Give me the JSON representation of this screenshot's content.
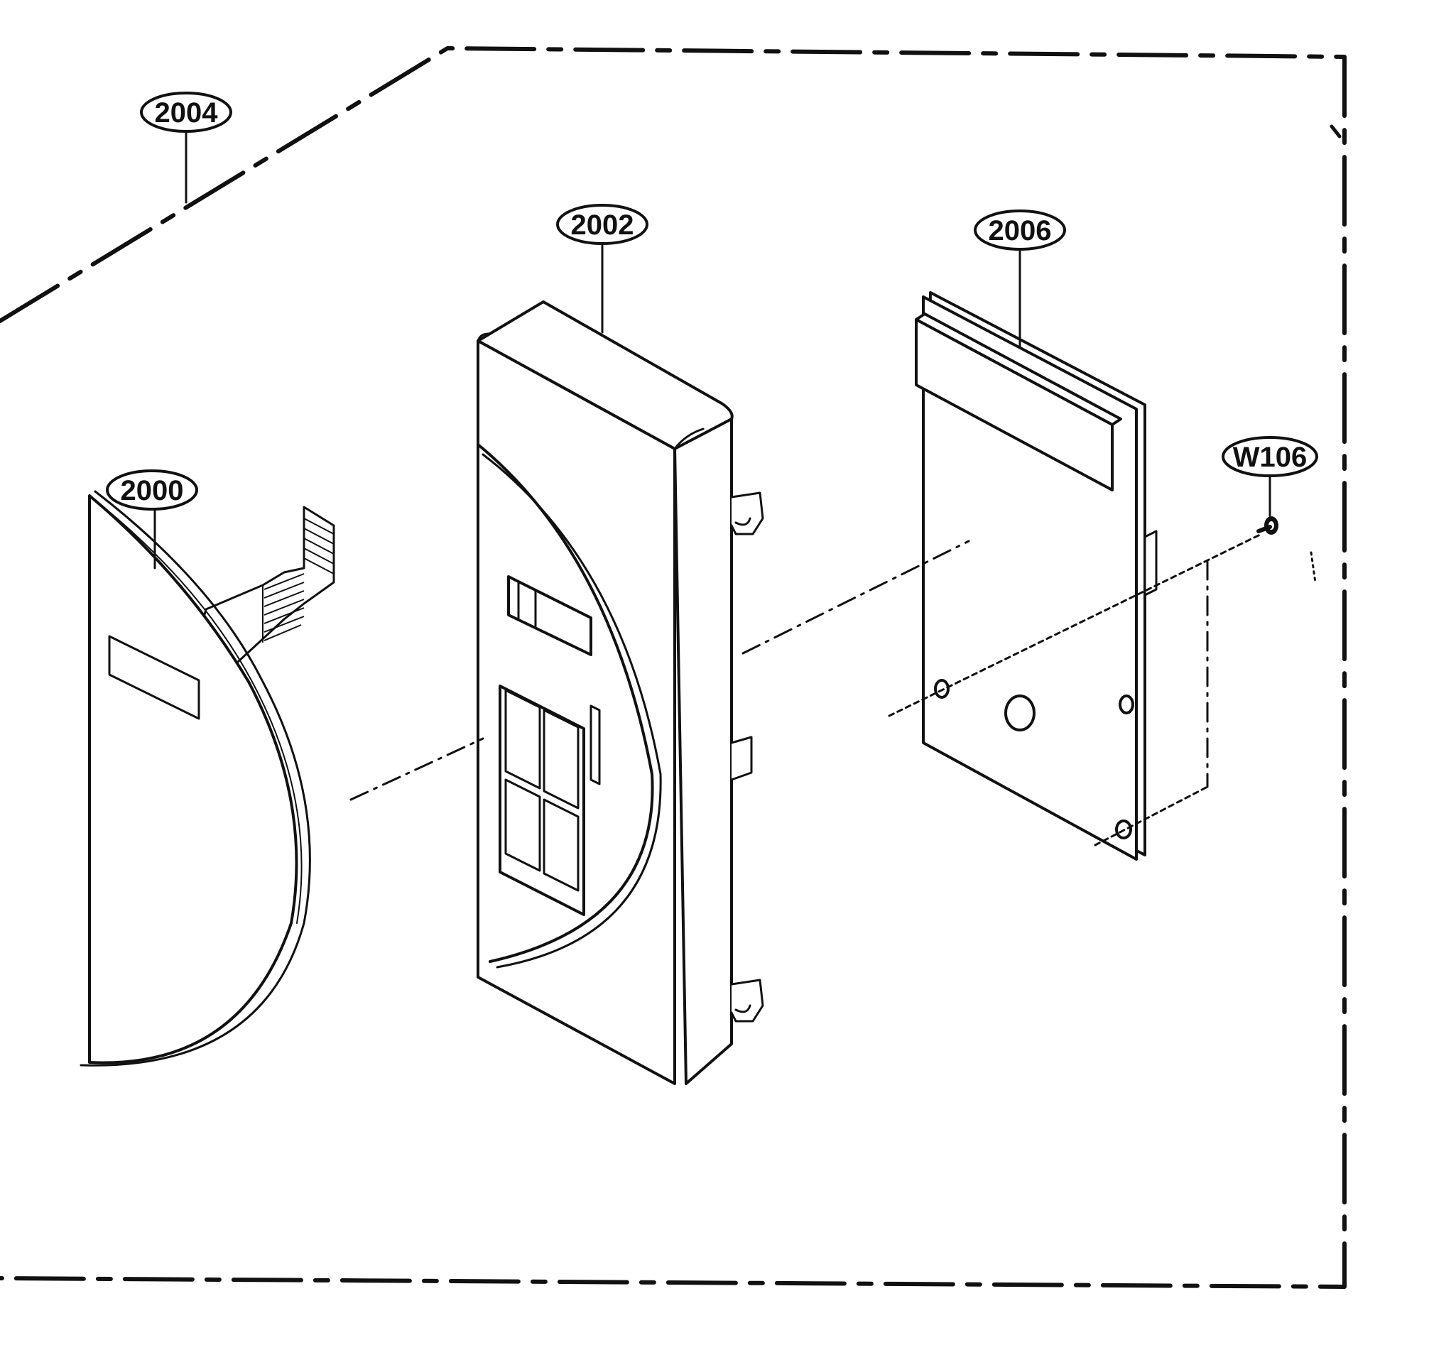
{
  "callouts": {
    "c2004": "2004",
    "c2002": "2002",
    "c2006": "2006",
    "c2000": "2000",
    "cW106": "W106"
  },
  "colors": {
    "ink": "#111111",
    "background": "#ffffff"
  }
}
